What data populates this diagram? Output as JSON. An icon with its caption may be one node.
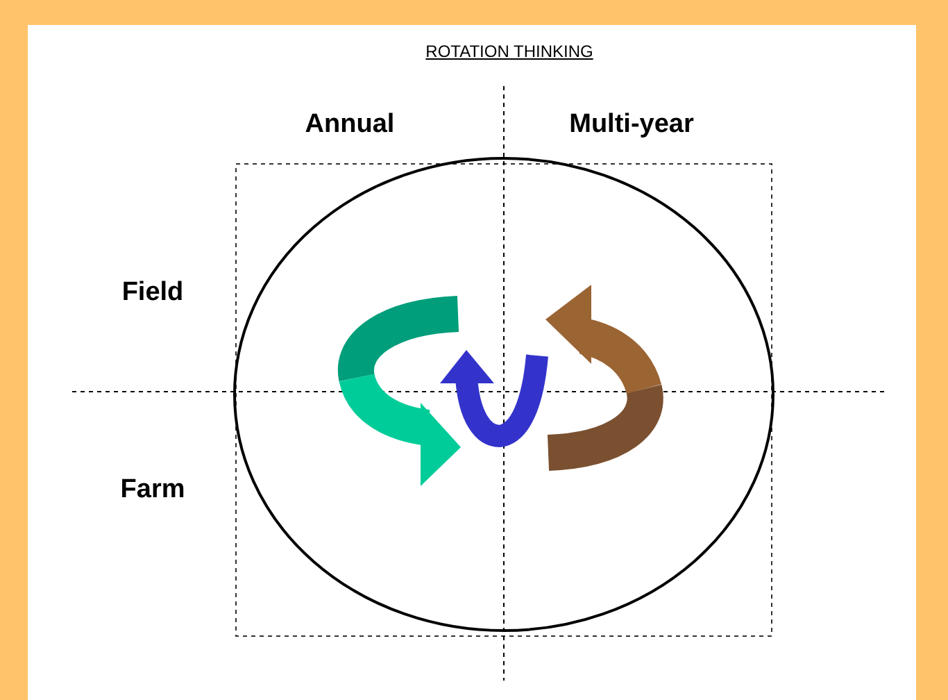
{
  "diagram": {
    "title": "ROTATION THINKING",
    "labels": [
      "Annual",
      "Multi-year",
      "Field",
      "Farm"
    ]
  }
}
